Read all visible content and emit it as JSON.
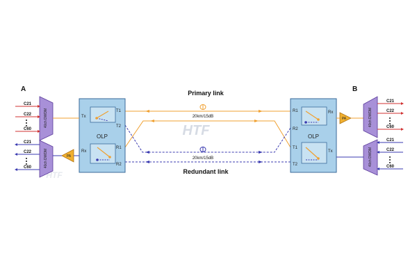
{
  "site_a": {
    "label": "A"
  },
  "site_b": {
    "label": "B"
  },
  "links": {
    "primary_label": "Primary link",
    "redundant_label": "Redundant link",
    "primary_spec": "20km/15dB",
    "redundant_spec": "20km/15dB"
  },
  "olp_left": {
    "label": "OLP",
    "ports": {
      "tx": "Tx",
      "rx": "Rx",
      "t1": "T1",
      "t2": "T2",
      "r1": "R1",
      "r2": "R2"
    }
  },
  "olp_right": {
    "label": "OLP",
    "ports": {
      "tx": "Tx",
      "rx": "Rx",
      "t1": "T1",
      "t2": "T2",
      "r1": "R1",
      "r2": "R2"
    }
  },
  "mux_left_top": {
    "label": "40ch DWDM",
    "channels": [
      "C21",
      "C22",
      "C60"
    ]
  },
  "mux_left_bottom": {
    "label": "40ch DWDM",
    "channels": [
      "C21",
      "C22",
      "C60"
    ]
  },
  "mux_right_top": {
    "label": "40ch DWDM",
    "channels": [
      "C21",
      "C22",
      "C60"
    ]
  },
  "mux_right_bottom": {
    "label": "40ch DWDM",
    "channels": [
      "C21",
      "C22",
      "C60"
    ]
  },
  "amp_left": {
    "label": "PA"
  },
  "amp_right": {
    "label": "PA"
  },
  "watermark": "HTF",
  "colors": {
    "orange": "#f0a030",
    "blue": "#3a3ab0",
    "red": "#d03030",
    "olp_fill": "#a9d0ea",
    "mux_fill": "#a890d8",
    "amp_fill": "#f0b030"
  }
}
